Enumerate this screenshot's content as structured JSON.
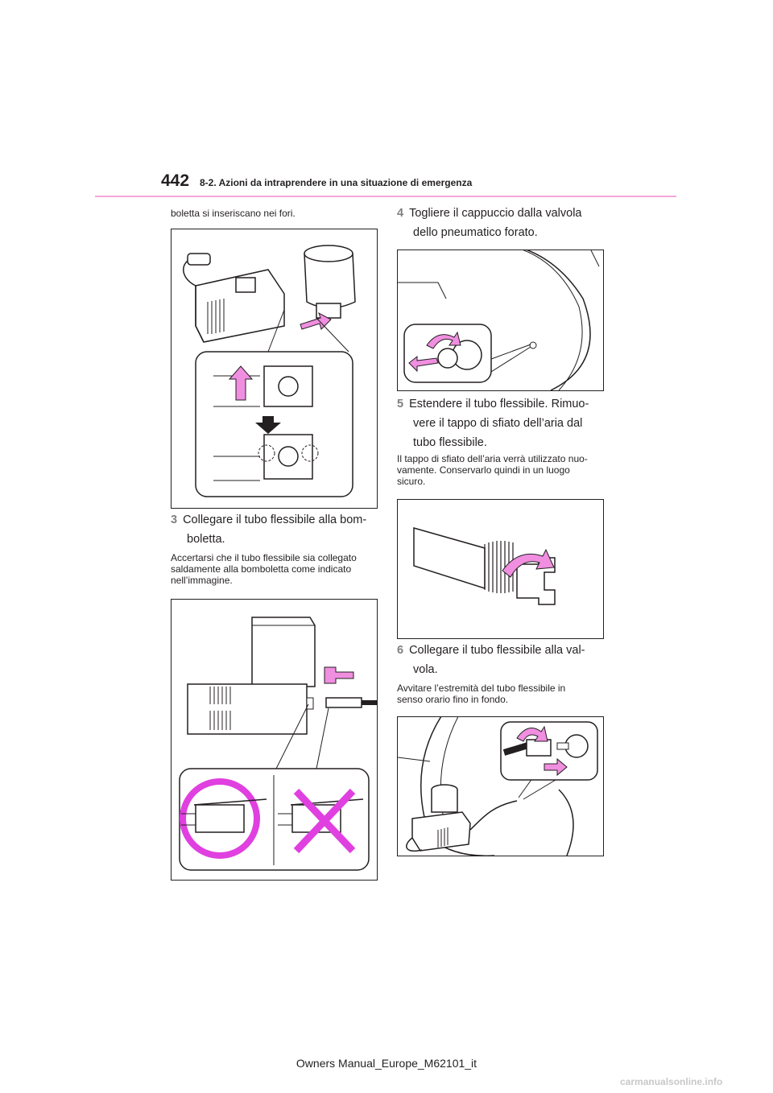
{
  "header": {
    "page_number": "442",
    "section_title": "8-2. Azioni da intraprendere in una situazione di emergenza",
    "rule_color": "#f4a6d8"
  },
  "left_column": {
    "intro_text": "boletta si inseriscano nei fori.",
    "step3": {
      "number": "3",
      "line1": "Collegare il tubo flessibile alla bom-",
      "line2": "boletta.",
      "note_lines": [
        "Accertarsi che il tubo flessibile sia collegato",
        "saldamente alla bomboletta come indicato",
        "nell’immagine."
      ]
    }
  },
  "right_column": {
    "step4": {
      "number": "4",
      "line1": "Togliere il cappuccio dalla valvola",
      "line2": "dello pneumatico forato."
    },
    "step5": {
      "number": "5",
      "line1": "Estendere il tubo flessibile. Rimuo-",
      "line2": "vere il tappo di sfiato dell’aria dal",
      "line3": "tubo flessibile.",
      "note_lines": [
        "Il tappo di sfiato dell’aria verrà utilizzato nuo-",
        "vamente. Conservarlo quindi in un luogo",
        "sicuro."
      ]
    },
    "step6": {
      "number": "6",
      "line1": "Collegare il tubo flessibile alla val-",
      "line2": "vola.",
      "note_lines": [
        "Avvitare l’estremità del tubo flessibile in",
        "senso orario fino in fondo."
      ]
    }
  },
  "footer": {
    "text": "Owners Manual_Europe_M62101_it",
    "watermark": "carmanualsonline.info"
  },
  "colors": {
    "accent_pink": "#f08ee0",
    "magenta": "#e040e0",
    "ink": "#231f20"
  }
}
